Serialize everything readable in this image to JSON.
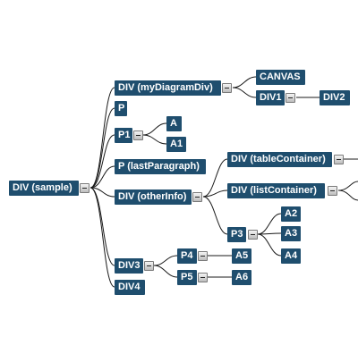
{
  "diagram": {
    "nodes": {
      "root": "DIV (sample)",
      "myDiagramDiv": "DIV (myDiagramDiv)",
      "canvas": "CANVAS",
      "div1": "DIV1",
      "div2": "DIV2",
      "p": "P",
      "p1": "P1",
      "a": "A",
      "a1": "A1",
      "lastParagraph": "P (lastParagraph)",
      "otherInfo": "DIV (otherInfo)",
      "tableContainer": "DIV (tableContainer)",
      "listContainer": "DIV (listContainer)",
      "p3": "P3",
      "a2": "A2",
      "a3": "A3",
      "a4": "A4",
      "div3": "DIV3",
      "p4": "P4",
      "a5": "A5",
      "p5": "P5",
      "a6": "A6",
      "div4": "DIV4"
    },
    "colors": {
      "node_fill": "#1f4e6e",
      "node_text": "#ffffff",
      "link": "#1a1a1a",
      "toggle_fill": "#d8d8d8",
      "toggle_border": "#7a7a7a"
    }
  }
}
